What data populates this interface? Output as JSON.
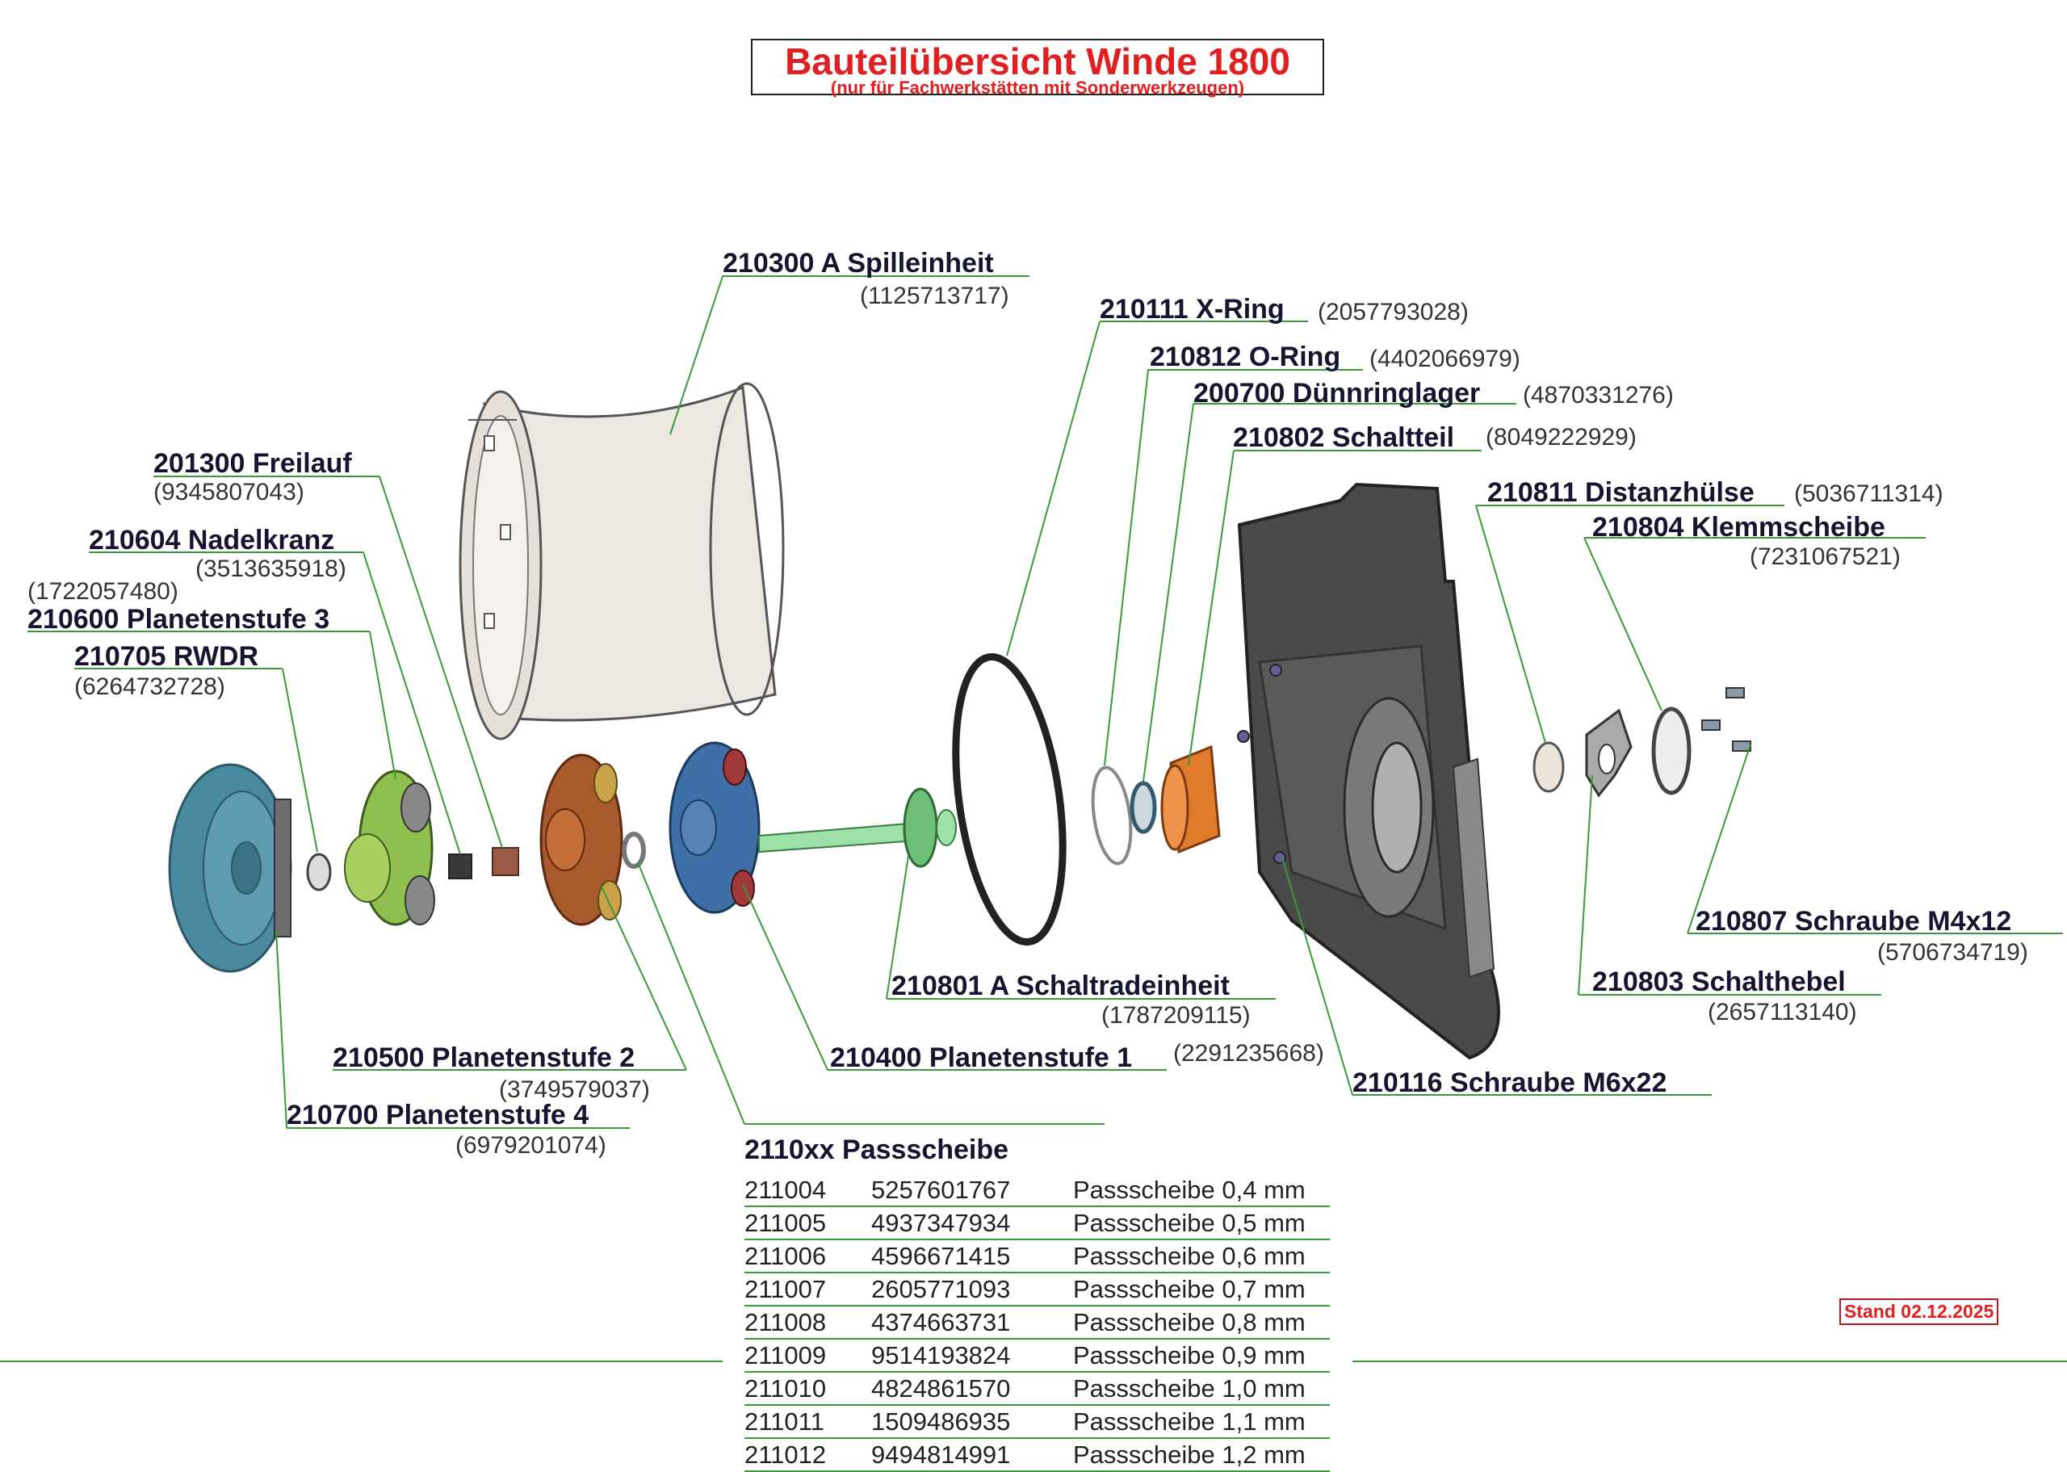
{
  "title": {
    "main": "Bauteilübersicht Winde 1800",
    "sub": "(nur für Fachwerkstätten mit Sonderwerkzeugen)"
  },
  "parts": {
    "spilleinheit": {
      "name": "210300 A Spilleinheit",
      "code": "(1125713717)"
    },
    "x_ring": {
      "name": "210111 X-Ring",
      "code": "(2057793028)"
    },
    "o_ring": {
      "name": "210812 O-Ring",
      "code": "(4402066979)"
    },
    "duennringlager": {
      "name": "200700 Dünnringlager",
      "code": "(4870331276)"
    },
    "schaltteil": {
      "name": "210802 Schaltteil",
      "code": "(8049222929)"
    },
    "distanzhuelse": {
      "name": "210811 Distanzhülse",
      "code": "(5036711314)"
    },
    "klemmscheibe": {
      "name": "210804 Klemmscheibe",
      "code": "(7231067521)"
    },
    "freilauf": {
      "name": "201300 Freilauf",
      "code": "(9345807043)"
    },
    "nadelkranz": {
      "name": "210604 Nadelkranz",
      "code": "(3513635918)"
    },
    "planetenstufe3": {
      "name": "210600 Planetenstufe 3",
      "code": "(1722057480)"
    },
    "rwdr": {
      "name": "210705 RWDR",
      "code": "(6264732728)"
    },
    "schraube_m4": {
      "name": "210807 Schraube M4x12",
      "code": "(5706734719)"
    },
    "schalthebel": {
      "name": "210803 Schalthebel",
      "code": "(2657113140)"
    },
    "schaltradeinheit": {
      "name": "210801 A Schaltradeinheit",
      "code": "(1787209115)"
    },
    "planetenstufe1": {
      "name": "210400 Planetenstufe 1",
      "code": "(2291235668)"
    },
    "schraube_m6": {
      "name": "210116 Schraube M6x22"
    },
    "planetenstufe2": {
      "name": "210500 Planetenstufe 2",
      "code": "(3749579037)"
    },
    "planetenstufe4": {
      "name": "210700 Planetenstufe 4",
      "code": "(6979201074)"
    }
  },
  "passscheibe": {
    "header": "2110xx Passscheibe",
    "rows": [
      {
        "art": "211004",
        "nr": "5257601767",
        "desc": "Passscheibe 0,4 mm"
      },
      {
        "art": "211005",
        "nr": "4937347934",
        "desc": "Passscheibe 0,5 mm"
      },
      {
        "art": "211006",
        "nr": "4596671415",
        "desc": "Passscheibe 0,6 mm"
      },
      {
        "art": "211007",
        "nr": "2605771093",
        "desc": "Passscheibe 0,7 mm"
      },
      {
        "art": "211008",
        "nr": "4374663731",
        "desc": "Passscheibe 0,8 mm"
      },
      {
        "art": "211009",
        "nr": "9514193824",
        "desc": "Passscheibe 0,9 mm"
      },
      {
        "art": "211010",
        "nr": "4824861570",
        "desc": "Passscheibe 1,0 mm"
      },
      {
        "art": "211011",
        "nr": "1509486935",
        "desc": "Passscheibe 1,1 mm"
      },
      {
        "art": "211012",
        "nr": "9494814991",
        "desc": "Passscheibe 1,2 mm"
      }
    ]
  },
  "stand": "Stand 02.12.2025",
  "colors": {
    "title": "#e02020",
    "leader": "#3a9a3a",
    "label": "#15152f",
    "housing": "#4a4a4a",
    "drum": "#e8e3dc",
    "gear_blue": "#3e6fa6",
    "gear_brown": "#a85a2c",
    "gear_green": "#8fbf4f",
    "orange": "#e07b2c",
    "end_cover": "#4a8aa0"
  }
}
